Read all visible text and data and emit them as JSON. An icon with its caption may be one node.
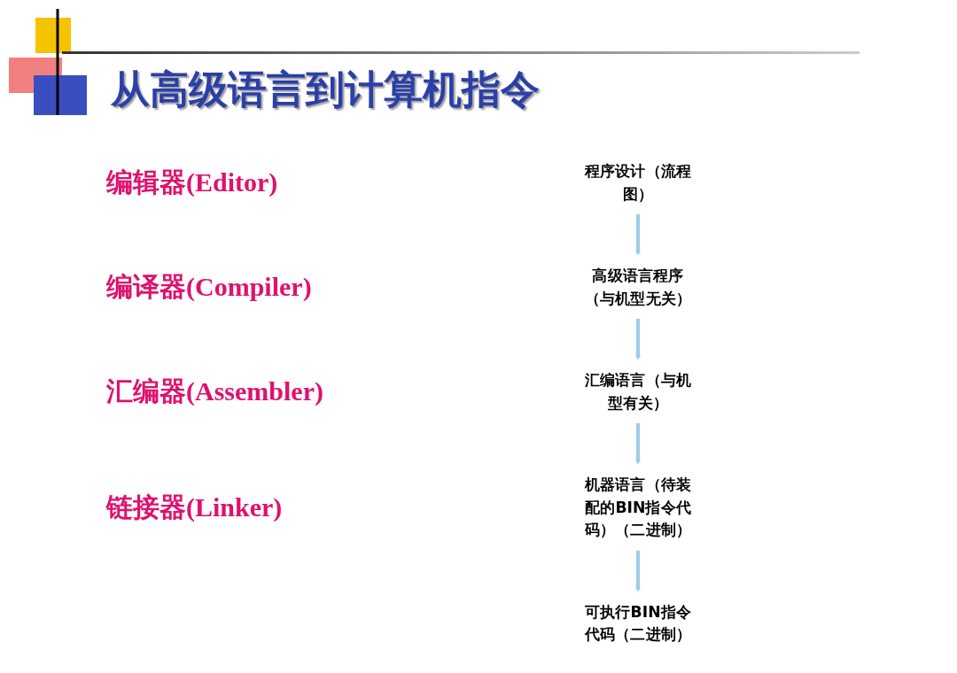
{
  "diagram": {
    "title": "从高级语言到计算机指令",
    "nodes": [
      {
        "text": [
          "程序设计（流程图）"
        ]
      },
      {
        "text": [
          "高级语言程序（与机型无关）"
        ]
      },
      {
        "text": [
          "汇编语言（与机型有关）"
        ]
      },
      {
        "text": [
          "机器语言（待装配的BIN指令代码）（二进制）"
        ]
      },
      {
        "text": [
          "可执行BIN指令代码（二进制）"
        ]
      }
    ],
    "edges": [
      {
        "from": 0,
        "to": 1,
        "arrow": "to"
      },
      {
        "from": 1,
        "to": 2,
        "arrow": "to"
      },
      {
        "from": 2,
        "to": 3,
        "arrow": "to"
      },
      {
        "from": 3,
        "to": 4,
        "arrow": "to"
      }
    ],
    "labels": [
      "编辑器(Editor)",
      "编译器(Compiler)",
      "汇编器(Assembler)",
      "链接器(Linker)"
    ]
  }
}
